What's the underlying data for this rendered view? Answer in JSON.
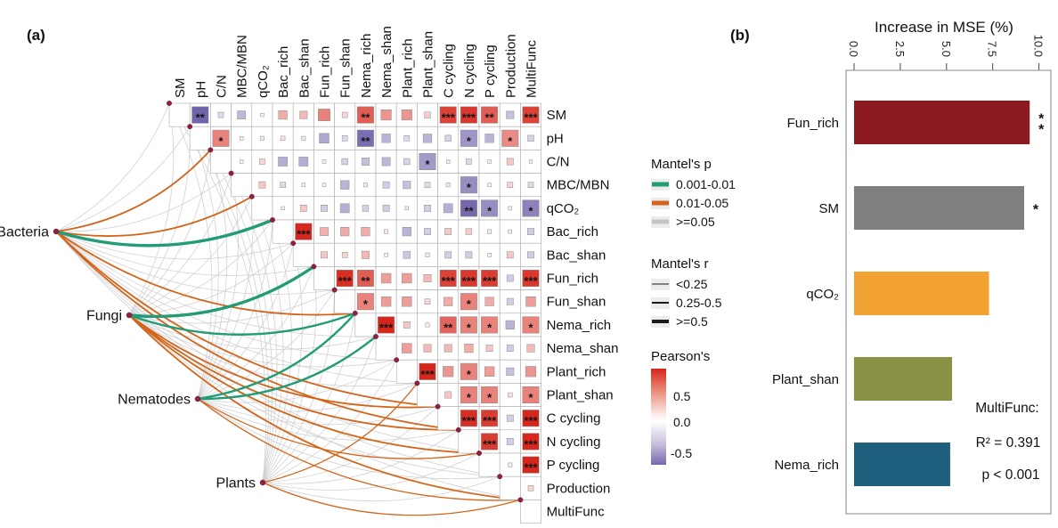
{
  "figure": {
    "panel_a_label": "(a)",
    "panel_b_label": "(b)"
  },
  "chart_data": [
    {
      "type": "heatmap",
      "name": "mantel-test-correlation-matrix",
      "variables": [
        "SM",
        "pH",
        "C/N",
        "MBC/MBN",
        "qCO₂",
        "Bac_rich",
        "Bac_shan",
        "Fun_rich",
        "Fun_shan",
        "Nema_rich",
        "Nema_shan",
        "Plant_rich",
        "Plant_shan",
        "C cycling",
        "N cycling",
        "P cycling",
        "Production",
        "MultiFunc"
      ],
      "taxa": [
        "Bacteria",
        "Fungi",
        "Nematodes",
        "Plants"
      ],
      "pearson_cells": [
        [
          0,
          1,
          -0.62,
          "**"
        ],
        [
          0,
          2,
          -0.15,
          ""
        ],
        [
          0,
          3,
          -0.28,
          ""
        ],
        [
          0,
          4,
          0.05,
          ""
        ],
        [
          0,
          5,
          0.3,
          ""
        ],
        [
          0,
          6,
          0.25,
          ""
        ],
        [
          0,
          7,
          0.45,
          ""
        ],
        [
          0,
          8,
          0.15,
          ""
        ],
        [
          0,
          9,
          0.58,
          "**"
        ],
        [
          0,
          10,
          0.38,
          ""
        ],
        [
          0,
          11,
          0.38,
          ""
        ],
        [
          0,
          12,
          0.18,
          ""
        ],
        [
          0,
          13,
          0.68,
          "***"
        ],
        [
          0,
          14,
          0.72,
          "***"
        ],
        [
          0,
          15,
          0.58,
          "**"
        ],
        [
          0,
          16,
          -0.25,
          ""
        ],
        [
          0,
          17,
          0.68,
          "***"
        ],
        [
          1,
          2,
          0.45,
          "*"
        ],
        [
          1,
          3,
          0.06,
          ""
        ],
        [
          1,
          4,
          0.08,
          ""
        ],
        [
          1,
          5,
          0.1,
          ""
        ],
        [
          1,
          6,
          0.08,
          ""
        ],
        [
          1,
          7,
          -0.35,
          ""
        ],
        [
          1,
          8,
          -0.15,
          ""
        ],
        [
          1,
          9,
          -0.58,
          "**"
        ],
        [
          1,
          10,
          -0.3,
          ""
        ],
        [
          1,
          11,
          -0.15,
          ""
        ],
        [
          1,
          12,
          -0.3,
          ""
        ],
        [
          1,
          13,
          -0.18,
          ""
        ],
        [
          1,
          14,
          -0.42,
          "*"
        ],
        [
          1,
          15,
          -0.3,
          ""
        ],
        [
          1,
          16,
          0.42,
          "*"
        ],
        [
          1,
          17,
          -0.18,
          ""
        ],
        [
          2,
          3,
          0.06,
          ""
        ],
        [
          2,
          4,
          0.15,
          ""
        ],
        [
          2,
          5,
          -0.32,
          ""
        ],
        [
          2,
          6,
          -0.32,
          ""
        ],
        [
          2,
          7,
          -0.06,
          ""
        ],
        [
          2,
          8,
          -0.18,
          ""
        ],
        [
          2,
          9,
          -0.25,
          ""
        ],
        [
          2,
          10,
          -0.28,
          ""
        ],
        [
          2,
          11,
          -0.18,
          ""
        ],
        [
          2,
          12,
          -0.4,
          "*"
        ],
        [
          2,
          13,
          -0.06,
          ""
        ],
        [
          2,
          14,
          -0.15,
          ""
        ],
        [
          2,
          15,
          -0.06,
          ""
        ],
        [
          2,
          16,
          0.2,
          ""
        ],
        [
          2,
          17,
          -0.05,
          ""
        ],
        [
          3,
          4,
          0.2,
          ""
        ],
        [
          3,
          5,
          -0.15,
          ""
        ],
        [
          3,
          6,
          -0.06,
          ""
        ],
        [
          3,
          7,
          -0.06,
          ""
        ],
        [
          3,
          8,
          -0.3,
          ""
        ],
        [
          3,
          9,
          0.08,
          ""
        ],
        [
          3,
          10,
          -0.2,
          ""
        ],
        [
          3,
          11,
          -0.25,
          ""
        ],
        [
          3,
          12,
          -0.15,
          ""
        ],
        [
          3,
          13,
          -0.08,
          ""
        ],
        [
          3,
          14,
          -0.45,
          "*"
        ],
        [
          3,
          15,
          -0.06,
          ""
        ],
        [
          3,
          16,
          0.15,
          ""
        ],
        [
          3,
          17,
          -0.15,
          ""
        ],
        [
          4,
          5,
          0.05,
          ""
        ],
        [
          4,
          6,
          0.2,
          ""
        ],
        [
          4,
          7,
          -0.2,
          ""
        ],
        [
          4,
          8,
          -0.32,
          ""
        ],
        [
          4,
          9,
          -0.18,
          ""
        ],
        [
          4,
          10,
          -0.2,
          ""
        ],
        [
          4,
          11,
          -0.06,
          ""
        ],
        [
          4,
          12,
          -0.2,
          ""
        ],
        [
          4,
          13,
          -0.32,
          ""
        ],
        [
          4,
          14,
          -0.6,
          "**"
        ],
        [
          4,
          15,
          -0.45,
          "*"
        ],
        [
          4,
          16,
          0.06,
          ""
        ],
        [
          4,
          17,
          -0.5,
          "*"
        ],
        [
          5,
          6,
          0.9,
          "***"
        ],
        [
          5,
          7,
          0.28,
          ""
        ],
        [
          5,
          8,
          0.3,
          ""
        ],
        [
          5,
          9,
          0.3,
          ""
        ],
        [
          5,
          10,
          0.08,
          ""
        ],
        [
          5,
          11,
          -0.3,
          ""
        ],
        [
          5,
          12,
          -0.2,
          ""
        ],
        [
          5,
          13,
          0.2,
          ""
        ],
        [
          5,
          14,
          0.18,
          ""
        ],
        [
          5,
          15,
          0.08,
          ""
        ],
        [
          5,
          16,
          0.06,
          ""
        ],
        [
          5,
          17,
          -0.2,
          ""
        ],
        [
          6,
          7,
          0.2,
          ""
        ],
        [
          6,
          8,
          0.15,
          ""
        ],
        [
          6,
          9,
          0.25,
          ""
        ],
        [
          6,
          10,
          0.06,
          ""
        ],
        [
          6,
          11,
          -0.22,
          ""
        ],
        [
          6,
          12,
          -0.08,
          ""
        ],
        [
          6,
          13,
          -0.2,
          ""
        ],
        [
          6,
          14,
          -0.2,
          ""
        ],
        [
          6,
          15,
          -0.06,
          ""
        ],
        [
          6,
          16,
          0.2,
          ""
        ],
        [
          6,
          17,
          -0.2,
          ""
        ],
        [
          7,
          8,
          0.75,
          "***"
        ],
        [
          7,
          9,
          0.58,
          "**"
        ],
        [
          7,
          10,
          0.35,
          ""
        ],
        [
          7,
          11,
          0.35,
          ""
        ],
        [
          7,
          12,
          0.25,
          ""
        ],
        [
          7,
          13,
          0.68,
          "***"
        ],
        [
          7,
          14,
          0.72,
          "***"
        ],
        [
          7,
          15,
          0.7,
          "***"
        ],
        [
          7,
          16,
          -0.2,
          ""
        ],
        [
          7,
          17,
          0.72,
          "***"
        ],
        [
          8,
          9,
          0.45,
          "*"
        ],
        [
          8,
          10,
          0.35,
          ""
        ],
        [
          8,
          11,
          0.35,
          ""
        ],
        [
          8,
          12,
          0.15,
          ""
        ],
        [
          8,
          13,
          0.3,
          ""
        ],
        [
          8,
          14,
          0.45,
          "*"
        ],
        [
          8,
          15,
          0.3,
          ""
        ],
        [
          8,
          16,
          -0.2,
          ""
        ],
        [
          8,
          17,
          0.35,
          ""
        ],
        [
          9,
          10,
          0.85,
          "***"
        ],
        [
          9,
          11,
          0.2,
          ""
        ],
        [
          9,
          12,
          0.08,
          ""
        ],
        [
          9,
          13,
          0.55,
          "**"
        ],
        [
          9,
          14,
          0.45,
          "*"
        ],
        [
          9,
          15,
          0.45,
          "*"
        ],
        [
          9,
          16,
          -0.3,
          ""
        ],
        [
          9,
          17,
          0.45,
          "*"
        ],
        [
          10,
          11,
          0.35,
          ""
        ],
        [
          10,
          12,
          0.25,
          ""
        ],
        [
          10,
          13,
          0.25,
          ""
        ],
        [
          10,
          14,
          0.3,
          ""
        ],
        [
          10,
          15,
          0.2,
          ""
        ],
        [
          10,
          16,
          -0.2,
          ""
        ],
        [
          10,
          17,
          0.25,
          ""
        ],
        [
          11,
          12,
          0.8,
          "***"
        ],
        [
          11,
          13,
          0.38,
          ""
        ],
        [
          11,
          14,
          0.45,
          "*"
        ],
        [
          11,
          15,
          0.35,
          ""
        ],
        [
          11,
          16,
          -0.25,
          ""
        ],
        [
          11,
          17,
          0.38,
          ""
        ],
        [
          12,
          13,
          0.2,
          ""
        ],
        [
          12,
          14,
          0.45,
          "*"
        ],
        [
          12,
          15,
          0.45,
          "*"
        ],
        [
          12,
          16,
          0.1,
          ""
        ],
        [
          12,
          17,
          0.45,
          "*"
        ],
        [
          13,
          14,
          0.75,
          "***"
        ],
        [
          13,
          15,
          0.7,
          "***"
        ],
        [
          13,
          16,
          -0.2,
          ""
        ],
        [
          13,
          17,
          0.95,
          "***"
        ],
        [
          14,
          15,
          0.7,
          "***"
        ],
        [
          14,
          16,
          -0.2,
          ""
        ],
        [
          14,
          17,
          0.95,
          "***"
        ],
        [
          15,
          16,
          0.08,
          ""
        ],
        [
          15,
          17,
          0.8,
          "***"
        ],
        [
          16,
          17,
          0.15,
          ""
        ]
      ],
      "mantel_edges": [
        [
          0,
          5,
          "green",
          2
        ],
        [
          0,
          2,
          "orange",
          1
        ],
        [
          0,
          4,
          "orange",
          1
        ],
        [
          0,
          9,
          "orange",
          1
        ],
        [
          0,
          13,
          "orange",
          1
        ],
        [
          0,
          14,
          "orange",
          1
        ],
        [
          1,
          7,
          "green",
          2
        ],
        [
          1,
          9,
          "green",
          1
        ],
        [
          1,
          13,
          "orange",
          1
        ],
        [
          1,
          14,
          "orange",
          1
        ],
        [
          1,
          15,
          "orange",
          1
        ],
        [
          1,
          17,
          "orange",
          1
        ],
        [
          2,
          9,
          "green",
          1
        ],
        [
          2,
          10,
          "green",
          1
        ],
        [
          2,
          15,
          "orange",
          0
        ],
        [
          2,
          17,
          "orange",
          0
        ],
        [
          3,
          12,
          "orange",
          0
        ],
        [
          3,
          17,
          "orange",
          0
        ]
      ],
      "mantel_default_edge": [
        "gray",
        0
      ],
      "edge_colors": {
        "green": "#229C76",
        "orange": "#D3641A",
        "gray": "#CCCCCC"
      },
      "node_color": "#8E2044",
      "pos_color": "#D7261B",
      "neg_color": "#4E3B96",
      "legend": {
        "mantel_p": {
          "title": "Mantel's p",
          "items": [
            {
              "label": "0.001-0.01",
              "color": "#229C76"
            },
            {
              "label": "0.01-0.05",
              "color": "#D3641A"
            },
            {
              "label": ">=0.05",
              "color": "#C4C4C4"
            }
          ]
        },
        "mantel_r": {
          "title": "Mantel's r",
          "items": [
            {
              "label": "<0.25",
              "width": 1
            },
            {
              "label": "0.25-0.5",
              "width": 2
            },
            {
              "label": ">=0.5",
              "width": 3.5
            }
          ]
        },
        "pearson": {
          "title": "Pearson's",
          "ticks": [
            "0.5",
            "0.0",
            "-0.5"
          ]
        }
      }
    },
    {
      "type": "bar",
      "orientation": "horizontal",
      "title": "Increase in MSE (%)",
      "categories": [
        "Fun_rich",
        "SM",
        "qCO₂",
        "Plant_shan",
        "Nema_rich"
      ],
      "values": [
        9.5,
        9.2,
        7.3,
        5.3,
        5.2
      ],
      "sig": [
        "**",
        "*",
        "",
        "",
        ""
      ],
      "bar_colors": [
        "#8B1A21",
        "#7F7F7F",
        "#F2A233",
        "#8A9144",
        "#20607F"
      ],
      "xlim": [
        0,
        10
      ],
      "xticks": [
        0,
        2.5,
        5,
        7.5,
        10
      ],
      "xtick_labels": [
        "0.0",
        "2.5",
        "5.0",
        "7.5",
        "10.0"
      ],
      "annotation": {
        "heading": "MultiFunc:",
        "r2": "R² = 0.391",
        "p": "p < 0.001"
      }
    }
  ]
}
